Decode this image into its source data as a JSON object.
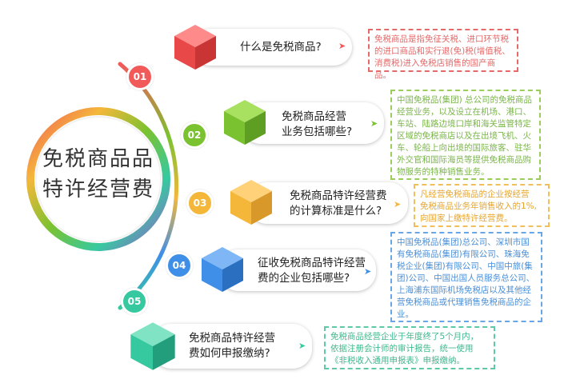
{
  "center": {
    "title_line1": "免税商品品",
    "title_line2": "特许经营费"
  },
  "items": [
    {
      "number": "01",
      "color": "#f25a5a",
      "question_lines": [
        "什么是免税商品?"
      ],
      "answer_color": "#e46a6a",
      "answer_lines": [
        "免税商品是指免征关税、进口环节税",
        "的进口商品和实行退(免)税(增值税、",
        "消费税)进入免税店销售的国产商品。"
      ]
    },
    {
      "number": "02",
      "color": "#7bc230",
      "question_lines": [
        "免税商品经营",
        "业务包括哪些?"
      ],
      "answer_color": "#7ab648",
      "answer_lines": [
        "中国免税品(集团) 总公司的免税商品",
        "经营业务，以及设立在机场、港口、",
        "车站、陆路边境口岸和海关监管特定",
        "区域的免税商店以及在出境飞机、火",
        "车、轮船上向出境的国际旅客、驻华",
        "外交官和国际海员等提供免税商品购",
        "物服务的特种销售业务。"
      ]
    },
    {
      "number": "03",
      "color": "#f4b73a",
      "question_lines": [
        "免税商品特许经营费",
        "的计算标准是什么?"
      ],
      "answer_color": "#e6a630",
      "answer_lines": [
        "凡经营免税商品的企业按经营",
        "免税商品业务年销售收入的1%,",
        "向国家上缴特许经营费。"
      ]
    },
    {
      "number": "04",
      "color": "#3f8ee8",
      "question_lines": [
        "征收免税商品特许经营",
        "费的企业包括哪些?"
      ],
      "answer_color": "#4a8fd8",
      "answer_lines": [
        "中国免税品(集团)总公司、深圳市国",
        "有免税商品(集团)有限公司、珠海免",
        "税企业(集团)有限公司、中国中旅(集",
        "团)公司、中国出国人员服务总公司、",
        "上海浦东国际机场免税店以及其他经",
        "营免税商品或代理销售免税商品的企",
        "业。"
      ]
    },
    {
      "number": "05",
      "color": "#36c9a0",
      "question_lines": [
        "免税商品特许经营",
        "费如何申报缴纳?"
      ],
      "answer_color": "#40b88e",
      "answer_lines": [
        "免税商品经营企业于年度终了5个月内，",
        "依据注册会计师的审计报告，统一使用",
        "《非税收入通用申报表》申报缴纳。"
      ]
    }
  ]
}
